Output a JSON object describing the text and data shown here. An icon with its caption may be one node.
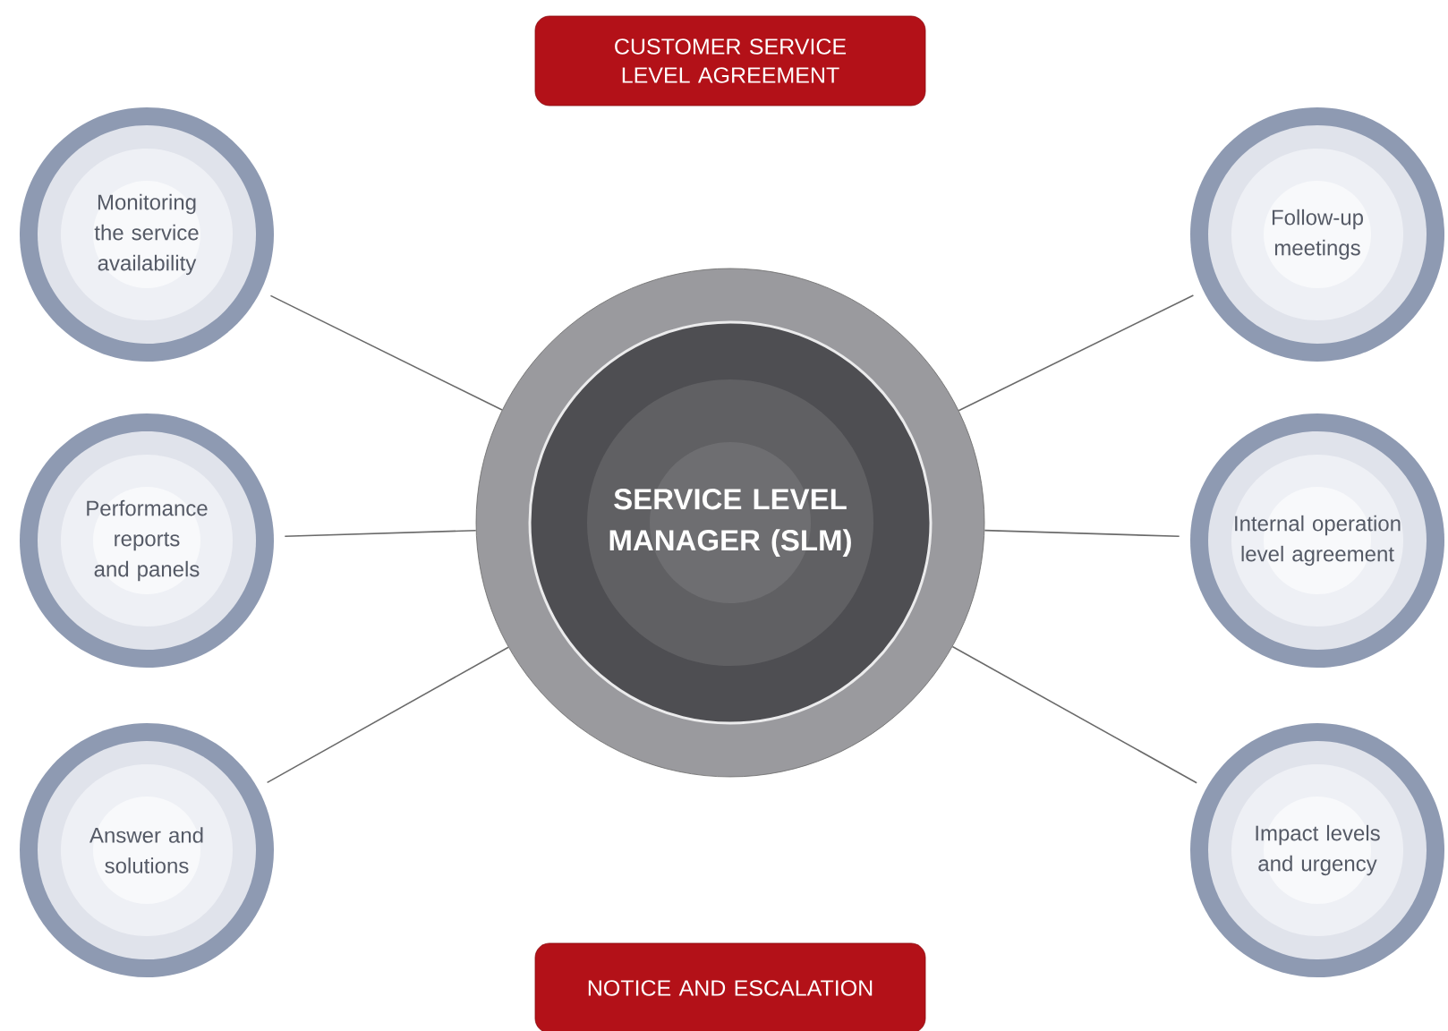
{
  "diagram": {
    "nodes": [
      {
        "text": [
          "CUSTOMER SERVICE LEVEL AGREEMENT"
        ]
      },
      {
        "text": [
          "Monitoring the service availability"
        ]
      },
      {
        "text": [
          "Follow-up meetings"
        ]
      },
      {
        "text": [
          "SERVICE LEVEL MANAGER (SLM)"
        ]
      },
      {
        "text": [
          "Performance reports and panels"
        ]
      },
      {
        "text": [
          "Internal operation level agreement"
        ]
      },
      {
        "text": [
          "Answer and solutions"
        ]
      },
      {
        "text": [
          "Impact levels and urgency"
        ]
      },
      {
        "text": [
          "NOTICE AND ESCALATION"
        ]
      }
    ],
    "edges": [
      {
        "from": 3,
        "to": 1,
        "arrow": "none"
      },
      {
        "from": 3,
        "to": 4,
        "arrow": "none"
      },
      {
        "from": 3,
        "to": 6,
        "arrow": "none"
      },
      {
        "from": 3,
        "to": 2,
        "arrow": "none"
      },
      {
        "from": 3,
        "to": 5,
        "arrow": "none"
      },
      {
        "from": 3,
        "to": 7,
        "arrow": "none"
      }
    ]
  }
}
